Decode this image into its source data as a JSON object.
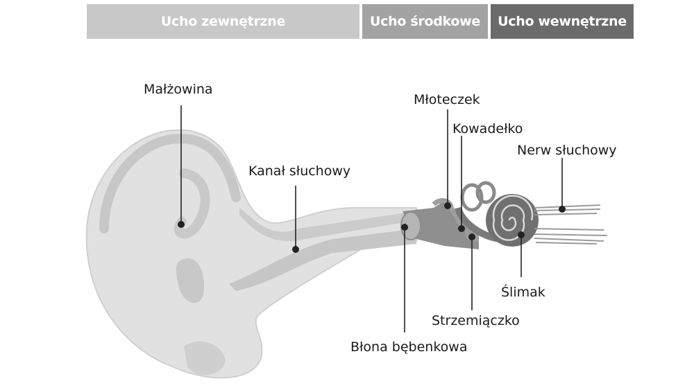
{
  "sections": {
    "outer_ear": "Ucho zewnętrzne",
    "middle_ear": "Ucho środkowe",
    "inner_ear": "Ucho wewnętrzne"
  },
  "labels": {
    "auricle": "Małżowina",
    "ear_canal": "Kanał słuchowy",
    "malleus": "Młoteczek",
    "incus": "Kowadełko",
    "auditory_nerve": "Nerw słuchowy",
    "cochlea": "Ślimak",
    "stapes": "Strzemiączko",
    "eardrum": "Błona bębenkowa"
  },
  "colors": {
    "outer_band": "#c8c8c8",
    "middle_band": "#a3a3a3",
    "inner_band": "#6b6b6b",
    "ear_light": "#dedede",
    "ear_mid": "#c9c9c9",
    "ossicles": "#8a8a8a",
    "cochlea": "#6f6f6f"
  }
}
